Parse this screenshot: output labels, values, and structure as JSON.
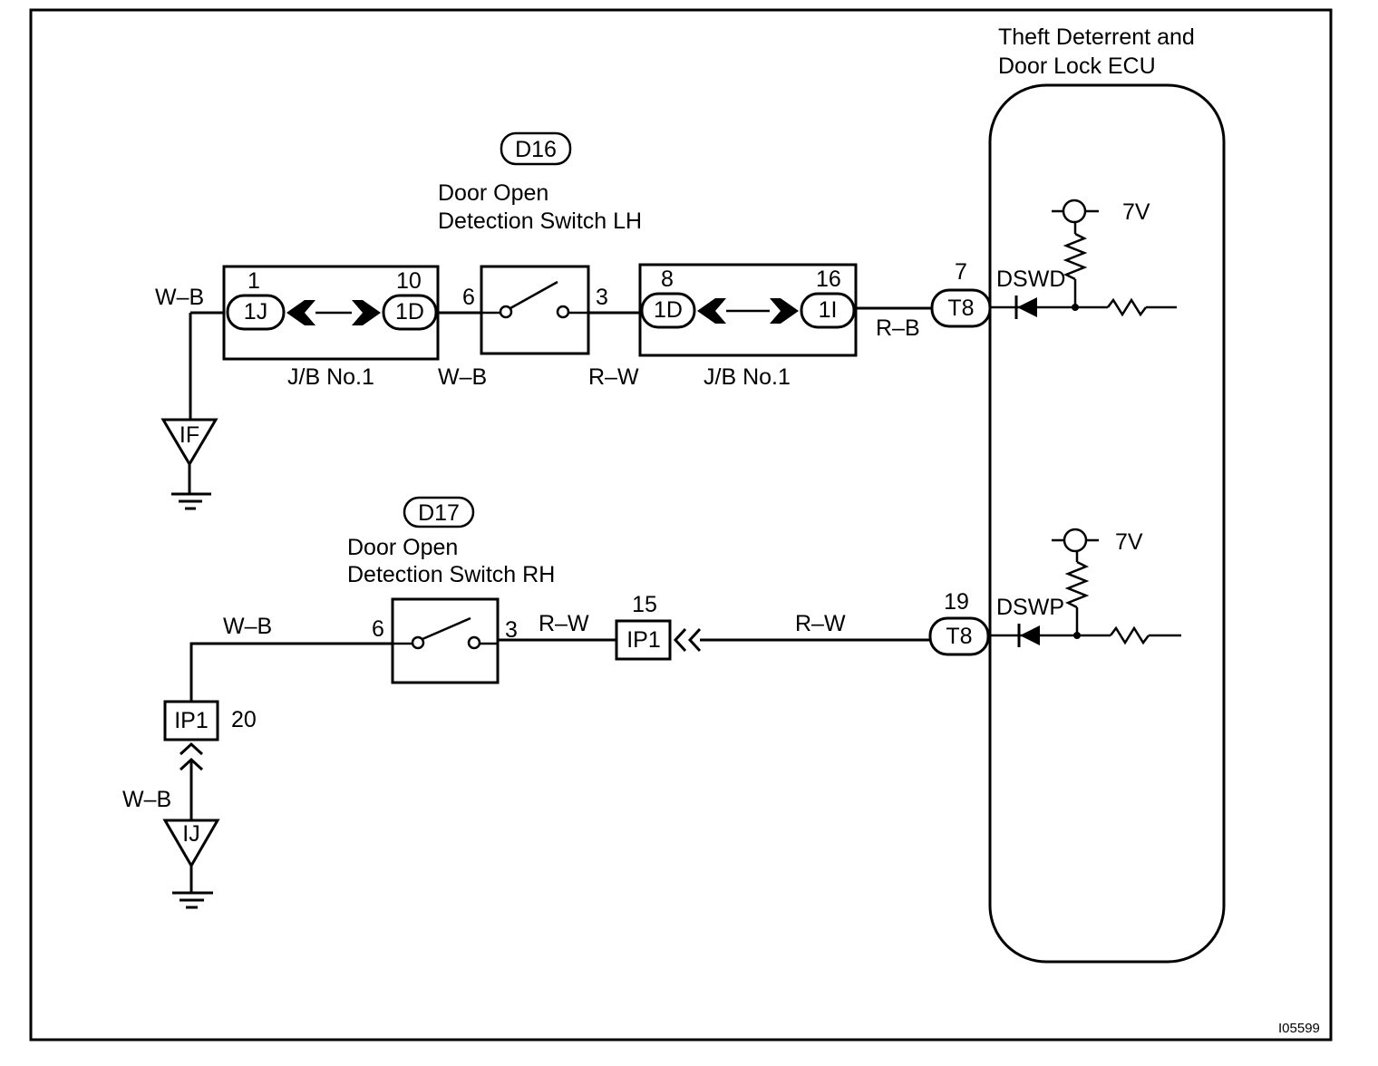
{
  "d16": {
    "code": "D16",
    "title_line1": "Door Open",
    "title_line2": "Detection Switch LH",
    "pin_in": "6",
    "pin_out": "3"
  },
  "d17": {
    "code": "D17",
    "title_line1": "Door Open",
    "title_line2": "Detection Switch RH",
    "pin_in": "6",
    "pin_out": "3"
  },
  "ecu": {
    "title_line1": "Theft Deterrent and",
    "title_line2": "Door Lock ECU",
    "terminals": [
      {
        "pin": "7",
        "connector": "T8",
        "signal": "DSWD",
        "voltage": "7V"
      },
      {
        "pin": "19",
        "connector": "T8",
        "signal": "DSWP",
        "voltage": "7V"
      }
    ]
  },
  "junction_blocks": [
    {
      "label": "J/B No.1",
      "left_pin": "1",
      "left_conn": "1J",
      "right_pin": "10",
      "right_conn": "1D"
    },
    {
      "label": "J/B No.1",
      "left_pin": "8",
      "left_conn": "1D",
      "right_pin": "16",
      "right_conn": "1I"
    }
  ],
  "wires": {
    "lh_ground_in": "W–B",
    "lh_jb_to_switch": "W–B",
    "lh_switch_to_jb": "R–W",
    "lh_jb_to_ecu": "R–B",
    "rh_ground_in": "W–B",
    "rh_switch_to_ip1": "R–W",
    "rh_ip1_to_ecu": "R–W",
    "rh_ground_drop": "W–B"
  },
  "connectors": {
    "ip1_top": {
      "label": "IP1",
      "pin": "15"
    },
    "ip1_bottom": {
      "label": "IP1",
      "pin": "20"
    }
  },
  "grounds": [
    {
      "label": "IF"
    },
    {
      "label": "IJ"
    }
  ],
  "figure_id": "I05599"
}
